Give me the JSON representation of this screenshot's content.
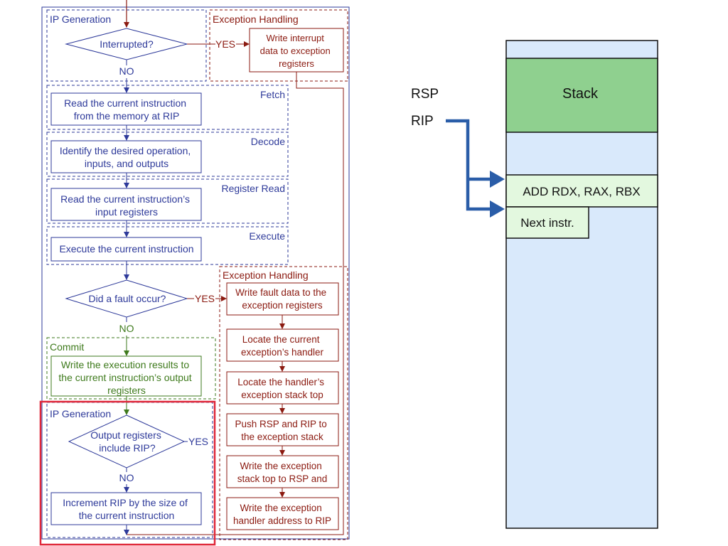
{
  "colors": {
    "blue": "#2e3a9a",
    "red": "#8b1a10",
    "green": "#3e7a1c",
    "highlight": "#e0283a",
    "mem_bg": "#d9e9fb",
    "stack_green": "#8fd08f",
    "instr_green": "#e3f8df",
    "pointer_arrow": "#2a5da8"
  },
  "flow": {
    "ip_generation_title": "IP Generation",
    "exception_handling_title": "Exception Handling",
    "interrupted_question": "Interrupted?",
    "yes": "YES",
    "no": "NO",
    "write_interrupt": [
      "Write interrupt",
      "data to exception",
      "registers"
    ],
    "fetch_title": "Fetch",
    "fetch_text": [
      "Read the current instruction",
      "from the memory at RIP"
    ],
    "decode_title": "Decode",
    "decode_text": [
      "Identify the desired operation,",
      "inputs, and outputs"
    ],
    "register_read_title": "Register Read",
    "register_read_text": [
      "Read the current instruction’s",
      "input registers"
    ],
    "execute_title": "Execute",
    "execute_text": "Execute the current instruction",
    "fault_question": "Did a fault occur?",
    "commit_title": "Commit",
    "commit_text": [
      "Write the execution results to",
      "the current instruction’s output",
      "registers"
    ],
    "output_rip_question": [
      "Output registers",
      "include RIP?"
    ],
    "increment_text": [
      "Increment RIP by the size of",
      "the current instruction"
    ],
    "exc_steps": [
      [
        "Write fault data to the",
        "exception registers"
      ],
      [
        "Locate the current",
        "exception’s handler"
      ],
      [
        "Locate the handler’s",
        "exception stack top"
      ],
      [
        "Push RSP and RIP to",
        "the exception stack"
      ],
      [
        "Write the exception",
        "stack top to RSP and"
      ],
      [
        "Write the exception",
        "handler address to RIP"
      ]
    ]
  },
  "memory": {
    "rsp_label": "RSP",
    "rip_label": "RIP",
    "stack_label": "Stack",
    "instr_current": "ADD  RDX, RAX, RBX",
    "instr_next": "Next instr."
  }
}
